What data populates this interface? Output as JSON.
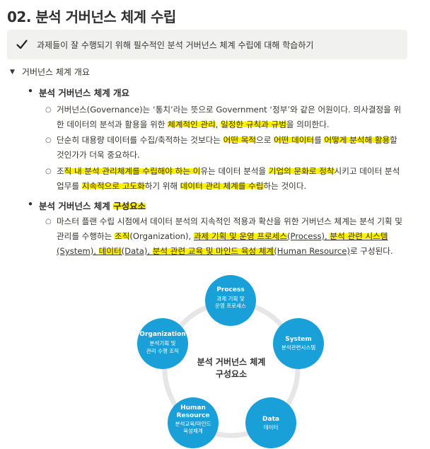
{
  "page_title": "02. 분석 거버넌스 체계 수립",
  "callout": {
    "text": "과제들이 잘 수행되기 위해 필수적인 분석 거버넌스 체계 수립에 대해 학습하기"
  },
  "toggle": {
    "label": "거버넌스 체계 개요"
  },
  "section1": {
    "heading": "분석 거버넌스 체계 개요",
    "items": [
      {
        "a": "거버넌스(Governance)는 ‘통치’라는 뜻으로 Government ‘정부’와 같은 어원이다. 의사결정을 위한 데이터의 분석과 활용을 위한 ",
        "h1": "체계적인 관리",
        "b": ", ",
        "h2": "일정한 규칙과 규범",
        "c": "을 의미한다."
      },
      {
        "a": "단순히 대용량 데이터를 수집/축적하는 것보다는 ",
        "h1": "어떤 목적",
        "b": "으로 ",
        "h2": "어떤 데이터",
        "c": "를 ",
        "h3": "어떻게 분석해 활용",
        "d": "할 것인가가 더욱 중요하다."
      },
      {
        "a": "조",
        "h1": "직 내 분석 관리체계를 수립해야 하는 이",
        "b": "유는 데이터 분석을 ",
        "h2": "기업의 문화로 정착",
        "c": "시키고 데이터 분석 업무를 ",
        "h3": "지속적으로 고도화",
        "d": "하기 위해 ",
        "h4": "데이터 관리 체계를 수립",
        "e": "하는 것이다."
      }
    ]
  },
  "section2": {
    "heading_a": "분석 거버넌스 체계 ",
    "heading_h": "구성요소",
    "text": {
      "a": "마스터 플랜 수립 시점에서 데이터 분석의 지속적인 적용과 확산을 위한 거버넌스 체계는 분석 기획 및 관리를 수행하는 ",
      "h1": "조직",
      "b": "(Organization), ",
      "h2": "과제 기획 및 운영 프로세스",
      "c": "(Process), ",
      "h3": "분석 관련 시스템",
      "d": "(System), ",
      "h4": "데이터",
      "e": "(Data), ",
      "h5": "분석 관련 교육 및 마인드 육성 체계",
      "f": "(Human Resource)",
      "g": "로 구성된다."
    }
  },
  "diagram": {
    "center_line1": "분석 거버넌스 체계",
    "center_line2": "구성요소",
    "accent": "#1aa0d8",
    "ring_color": "#e6e6e6",
    "nodes": {
      "process": {
        "title": "Process",
        "sub1": "과제 기획 및",
        "sub2": "운영 프로세스"
      },
      "system": {
        "title": "System",
        "sub1": "분석관련시스템"
      },
      "data": {
        "title": "Data",
        "sub1": "데이터"
      },
      "human": {
        "title1": "Human",
        "title2": "Resource",
        "sub1": "분석교육/마인드",
        "sub2": "육성체계"
      },
      "organization": {
        "title": "Organization",
        "sub1": "분석기획 및",
        "sub2": "관리 수행 조직"
      }
    }
  }
}
